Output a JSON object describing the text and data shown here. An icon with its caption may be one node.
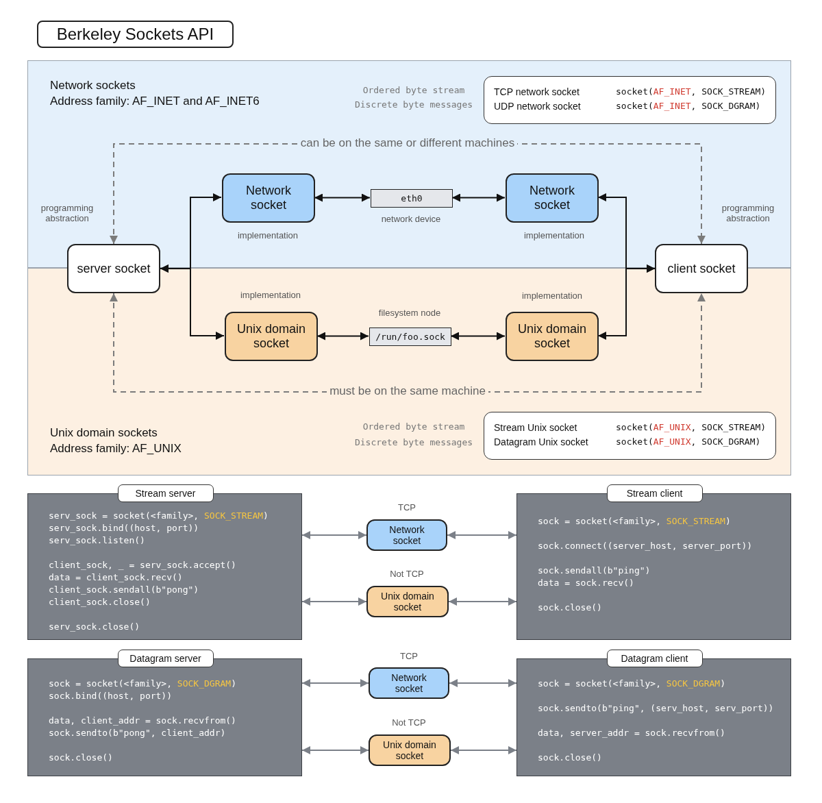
{
  "diagram": {
    "title": "Berkeley Sockets API",
    "nodes": [
      {
        "text": [
          "Network sockets",
          "Address family: AF_INET and AF_INET6"
        ]
      },
      {
        "text": [
          "TCP network socket",
          "socket(AF_INET, SOCK_STREAM)",
          "UDP network socket",
          "socket(AF_INET, SOCK_DGRAM)"
        ],
        "in": 0,
        "beside": [
          "Ordered byte stream",
          "Discrete byte messages"
        ]
      },
      {
        "text": [
          "Network socket"
        ],
        "in": 0,
        "beside": [
          "implementation"
        ]
      },
      {
        "text": [
          "eth0"
        ],
        "in": 0,
        "beside": [
          "network device"
        ]
      },
      {
        "text": [
          "Network socket"
        ],
        "in": 0,
        "beside": [
          "implementation"
        ]
      },
      {
        "text": [
          "Unix domain sockets",
          "Address family: AF_UNIX"
        ]
      },
      {
        "text": [
          "Stream Unix socket",
          "socket(AF_UNIX, SOCK_STREAM)",
          "Datagram Unix socket",
          "socket(AF_UNIX, SOCK_DGRAM)"
        ],
        "in": 5,
        "beside": [
          "Ordered byte stream",
          "Discrete byte messages"
        ]
      },
      {
        "text": [
          "Unix domain socket"
        ],
        "in": 5,
        "beside": [
          "implementation"
        ]
      },
      {
        "text": [
          "/run/foo.sock"
        ],
        "in": 5,
        "beside": [
          "filesystem node"
        ]
      },
      {
        "text": [
          "Unix domain socket"
        ],
        "in": 5,
        "beside": [
          "implementation"
        ]
      },
      {
        "text": [
          "server socket"
        ],
        "beside": [
          "programming abstraction"
        ]
      },
      {
        "text": [
          "client socket"
        ],
        "beside": [
          "programming abstraction"
        ]
      },
      {
        "text": [
          "Stream server",
          "serv_sock = socket(<family>, SOCK_STREAM)",
          "serv_sock.bind((host, port))",
          "serv_sock.listen()",
          "client_sock, _ = serv_sock.accept()",
          "data = client_sock.recv()",
          "client_sock.sendall(b\"pong\")",
          "client_sock.close()",
          "serv_sock.close()"
        ]
      },
      {
        "text": [
          "Network socket"
        ],
        "beside": [
          "TCP"
        ]
      },
      {
        "text": [
          "Unix domain socket"
        ],
        "beside": [
          "Not TCP"
        ]
      },
      {
        "text": [
          "Stream client",
          "sock = socket(<family>, SOCK_STREAM)",
          "sock.connect((server_host, server_port))",
          "sock.sendall(b\"ping\")",
          "data = sock.recv()",
          "sock.close()"
        ]
      },
      {
        "text": [
          "Datagram server",
          "sock = socket(<family>, SOCK_DGRAM)",
          "sock.bind((host, port))",
          "data, client_addr = sock.recvfrom()",
          "sock.sendto(b\"pong\", client_addr)",
          "sock.close()"
        ]
      },
      {
        "text": [
          "Network socket"
        ],
        "beside": [
          "TCP"
        ]
      },
      {
        "text": [
          "Unix domain socket"
        ],
        "beside": [
          "Not TCP"
        ]
      },
      {
        "text": [
          "Datagram client",
          "sock = socket(<family>, SOCK_DGRAM)",
          "sock.sendto(b\"ping\", (serv_host, serv_port))",
          "data, server_addr = sock.recvfrom()",
          "sock.close()"
        ]
      }
    ],
    "edges": [
      {
        "from": 10,
        "to": 2,
        "arrow": "both"
      },
      {
        "from": 2,
        "to": 3,
        "arrow": "both"
      },
      {
        "from": 3,
        "to": 4,
        "arrow": "both"
      },
      {
        "from": 4,
        "to": 11,
        "arrow": "both"
      },
      {
        "from": 10,
        "to": 7,
        "arrow": "both"
      },
      {
        "from": 7,
        "to": 8,
        "arrow": "both"
      },
      {
        "from": 8,
        "to": 9,
        "arrow": "both"
      },
      {
        "from": 9,
        "to": 11,
        "arrow": "both"
      },
      {
        "from": 10,
        "to": 11,
        "arrow": "both",
        "label": "can be on the same or different machines",
        "style": "dashed",
        "color": "#7b7b7b"
      },
      {
        "from": 10,
        "to": 11,
        "arrow": "both",
        "label": "must be on the same machine",
        "style": "dashed",
        "color": "#7b7b7b"
      },
      {
        "from": 12,
        "to": 13,
        "arrow": "both",
        "color": "#7b8088"
      },
      {
        "from": 13,
        "to": 15,
        "arrow": "both",
        "color": "#7b8088"
      },
      {
        "from": 12,
        "to": 14,
        "arrow": "both",
        "color": "#7b8088"
      },
      {
        "from": 14,
        "to": 15,
        "arrow": "both",
        "color": "#7b8088"
      },
      {
        "from": 16,
        "to": 17,
        "arrow": "both",
        "color": "#7b8088"
      },
      {
        "from": 17,
        "to": 19,
        "arrow": "both",
        "color": "#7b8088"
      },
      {
        "from": 16,
        "to": 18,
        "arrow": "both",
        "color": "#7b8088"
      },
      {
        "from": 18,
        "to": 19,
        "arrow": "both",
        "color": "#7b8088"
      }
    ]
  }
}
